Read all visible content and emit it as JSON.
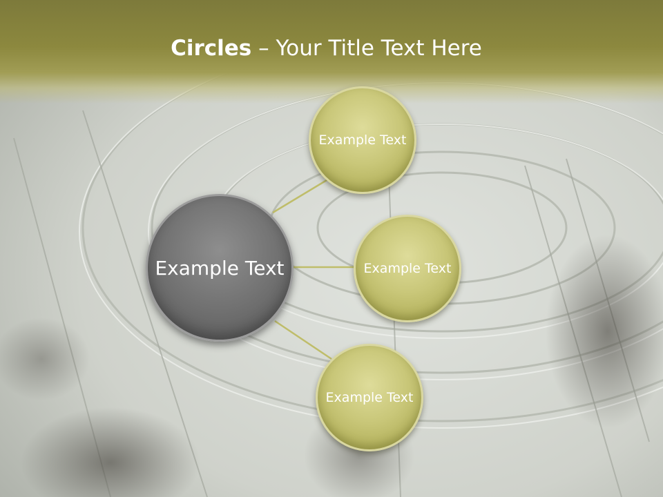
{
  "slide": {
    "title_bold": "Circles",
    "title_rest": " – Your Title Text Here"
  },
  "center_circle": {
    "label": "Example Text"
  },
  "satellites": [
    {
      "label": "Example Text"
    },
    {
      "label": "Example Text"
    },
    {
      "label": "Example Text"
    }
  ],
  "colors": {
    "header": "#8c883e",
    "gold_circle": "#c9c779",
    "grey_circle": "#727272",
    "connector": "#bfbd6a"
  }
}
